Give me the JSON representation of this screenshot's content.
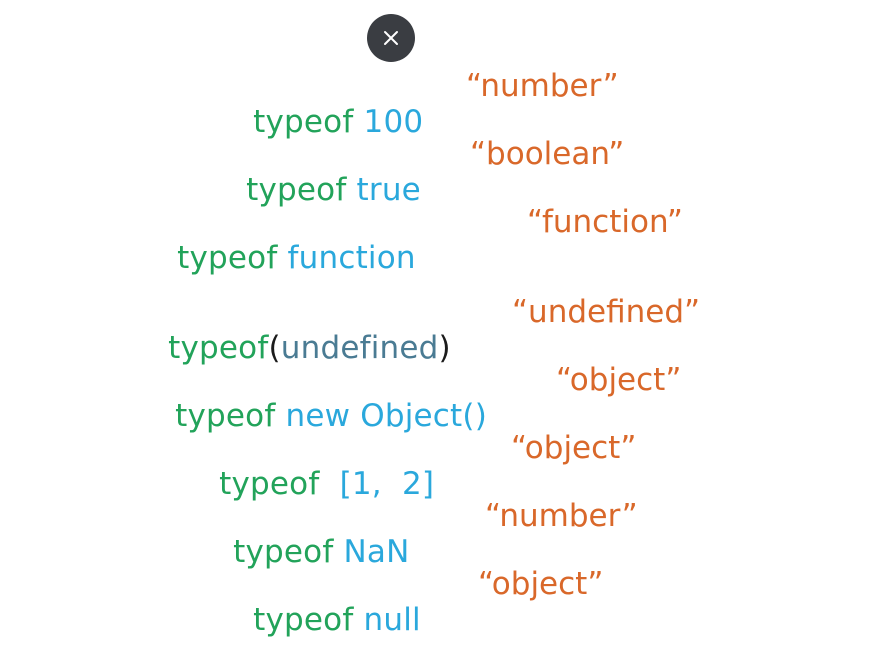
{
  "close_button": {
    "icon": "close-icon",
    "label": "×"
  },
  "rows": [
    {
      "keyword": "typeof",
      "value": "100",
      "result": "“number”"
    },
    {
      "keyword": "typeof",
      "value": "true",
      "result": "“boolean”"
    },
    {
      "keyword": "typeof",
      "value": "function",
      "result": "“function”"
    },
    {
      "keyword": "typeof",
      "open_paren": "(",
      "value": "undefined",
      "close_paren": ")",
      "result": "“undefined”"
    },
    {
      "keyword": "typeof",
      "value": "new Object()",
      "result": "“object”"
    },
    {
      "keyword": "typeof",
      "value": "[1,  2]",
      "result": "“object”"
    },
    {
      "keyword": "typeof",
      "value": "NaN",
      "result": "“number”"
    },
    {
      "keyword": "typeof",
      "value": "null",
      "result": "“object”"
    }
  ],
  "colors": {
    "keyword": "#22a35a",
    "value": "#2aa8dc",
    "result": "#d9682a",
    "paren": "#1b1b1b",
    "undefined_value": "#4a7b93",
    "close_button_bg": "#3a3d42"
  }
}
